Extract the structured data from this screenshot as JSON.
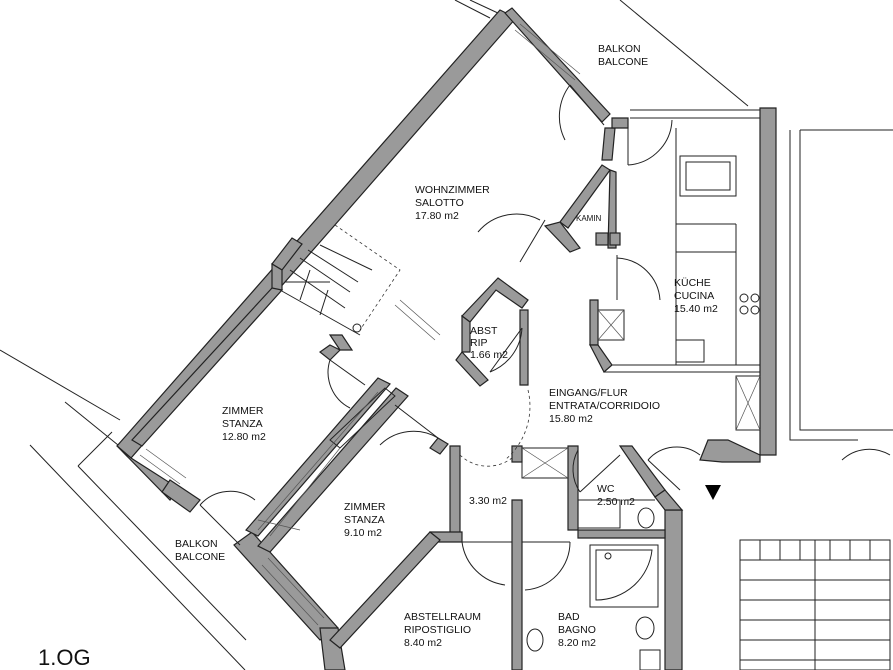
{
  "floor_label": "1.OG",
  "rooms": [
    {
      "id": "balkon-top",
      "lines": [
        "BALKON",
        "BALCONE"
      ]
    },
    {
      "id": "wohnzimmer",
      "lines": [
        "WOHNZIMMER",
        "SALOTTO",
        "17.80 m2"
      ]
    },
    {
      "id": "kamin",
      "lines": [
        "KAMIN"
      ]
    },
    {
      "id": "kueche",
      "lines": [
        "KÜCHE",
        "CUCINA",
        "15.40 m2"
      ]
    },
    {
      "id": "abst",
      "lines": [
        "ABST",
        "RIP",
        "1.66 m2"
      ]
    },
    {
      "id": "eingang",
      "lines": [
        "EINGANG/FLUR",
        "ENTRATA/CORRIDOIO",
        "15.80 m2"
      ]
    },
    {
      "id": "zimmer1",
      "lines": [
        "ZIMMER",
        "STANZA",
        "12.80 m2"
      ]
    },
    {
      "id": "zimmer2",
      "lines": [
        "ZIMMER",
        "STANZA",
        "9.10 m2"
      ]
    },
    {
      "id": "storage-small",
      "lines": [
        "3.30 m2"
      ]
    },
    {
      "id": "wc",
      "lines": [
        "WC",
        "2.50 m2"
      ]
    },
    {
      "id": "balkon-left",
      "lines": [
        "BALKON",
        "BALCONE"
      ]
    },
    {
      "id": "abstellraum",
      "lines": [
        "ABSTELLRAUM",
        "RIPOSTIGLIO",
        "8.40 m2"
      ]
    },
    {
      "id": "bad",
      "lines": [
        "BAD",
        "BAGNO",
        "8.20 m2"
      ]
    }
  ]
}
